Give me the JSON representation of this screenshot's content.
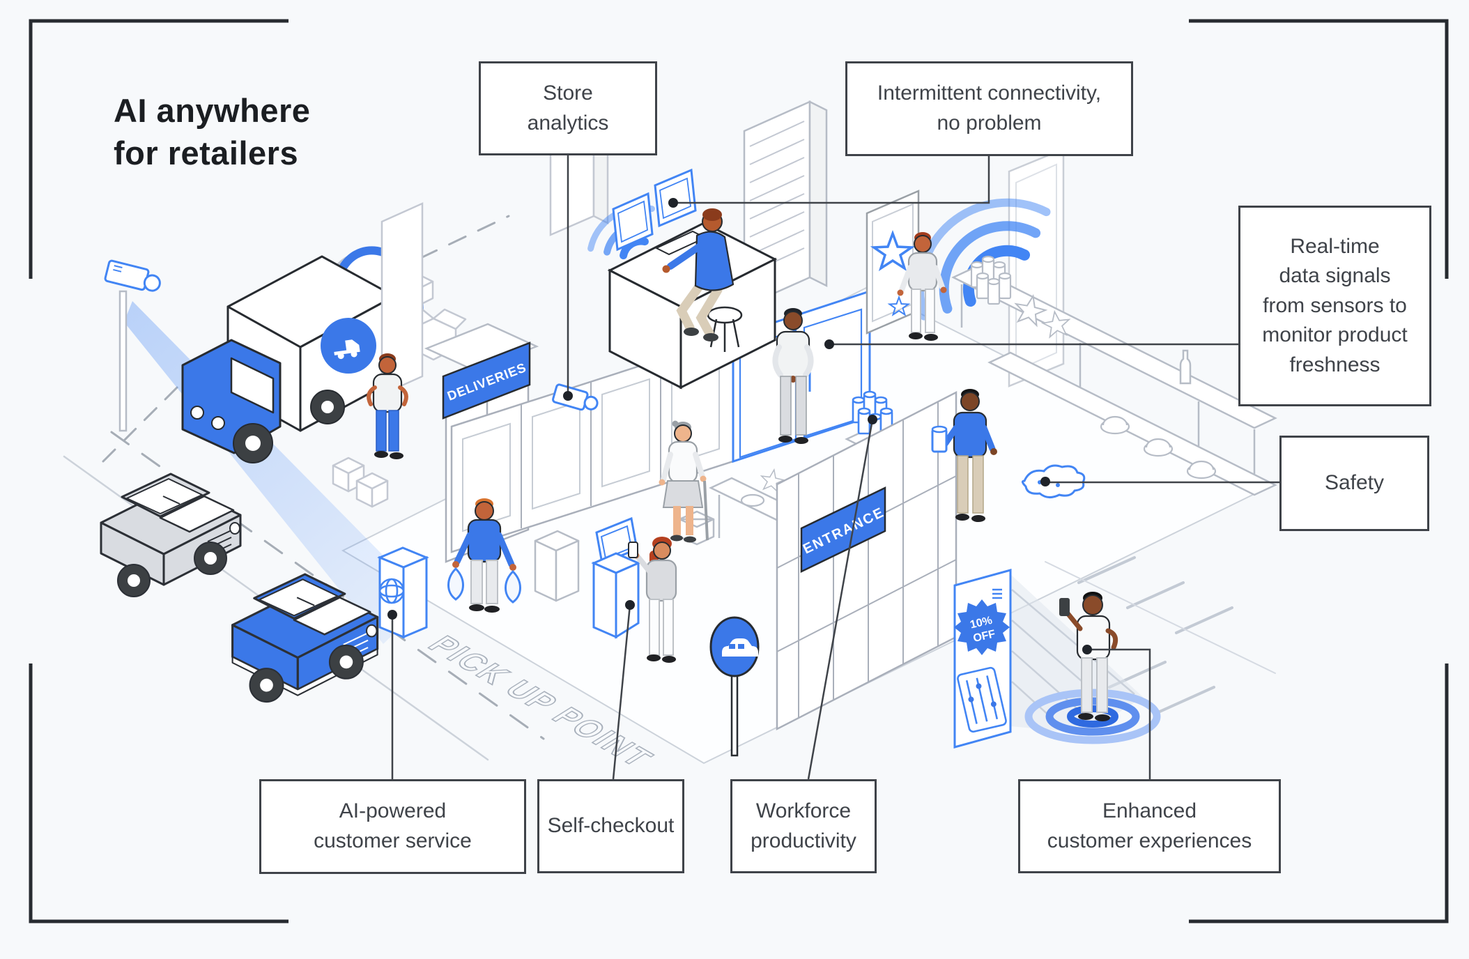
{
  "title": {
    "line1": "AI anywhere",
    "line2": "for retailers"
  },
  "callouts": {
    "store_analytics": {
      "lines": [
        "Store",
        "analytics"
      ]
    },
    "connectivity": {
      "lines": [
        "Intermittent connectivity,",
        "no problem"
      ]
    },
    "freshness": {
      "lines": [
        "Real-time",
        "data signals",
        "from sensors to",
        "monitor product",
        "freshness"
      ]
    },
    "safety": {
      "lines": [
        "Safety"
      ]
    },
    "ai_customer_service": {
      "lines": [
        "AI-powered",
        "customer service"
      ]
    },
    "self_checkout": {
      "lines": [
        "Self-checkout"
      ]
    },
    "workforce": {
      "lines": [
        "Workforce",
        "productivity"
      ]
    },
    "enhanced_cx": {
      "lines": [
        "Enhanced",
        "customer experiences"
      ]
    }
  },
  "scene_labels": {
    "deliveries_sign": "DELIVERIES",
    "entrance_sign": "ENTRANCE",
    "pickup_point_floor": "PICK UP POINT",
    "discount_line1": "10%",
    "discount_line2": "OFF"
  },
  "icons": {
    "security_camera": "cctv-camera",
    "wall_clock": "clock",
    "wifi": "wifi-ripple-arcs",
    "ai_kiosk_globe": "globe",
    "poster_star": "star-outline",
    "parking_sign": "car-roundel",
    "location_beacon": "target-rings",
    "discount_badge": "starburst"
  },
  "colors": {
    "primary_blue": "#3b78e8",
    "outline_blue": "#4285f4",
    "ink": "#23272c",
    "line_gray": "#9aa0a6",
    "background": "#f7f9fb"
  }
}
